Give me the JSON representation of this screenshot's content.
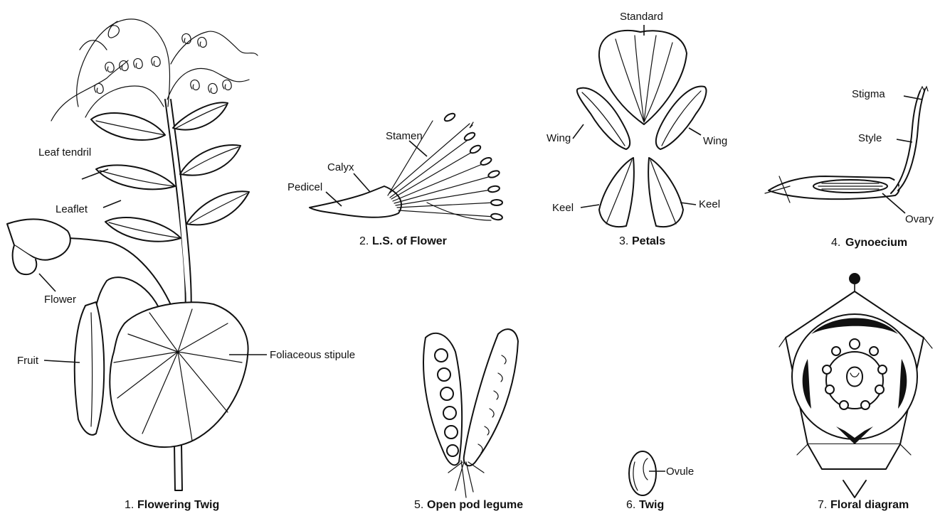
{
  "figures": {
    "twig": {
      "caption_num": "1.",
      "caption": "Flowering Twig",
      "labels": {
        "leaf_tendril": "Leaf tendril",
        "leaflet": "Leaflet",
        "flower": "Flower",
        "fruit": "Fruit",
        "foliaceous_stipule": "Foliaceous stipule"
      }
    },
    "ls_flower": {
      "caption_num": "2.",
      "caption": "L.S. of Flower",
      "labels": {
        "stamen": "Stamen",
        "calyx": "Calyx",
        "pedicel": "Pedicel"
      }
    },
    "petals": {
      "caption_num": "3.",
      "caption": "Petals",
      "labels": {
        "standard": "Standard",
        "wing_left": "Wing",
        "wing_right": "Wing",
        "keel_left": "Keel",
        "keel_right": "Keel"
      }
    },
    "gynoecium": {
      "caption_num": "4.",
      "caption": "Gynoecium",
      "labels": {
        "stigma": "Stigma",
        "style": "Style",
        "ovary": "Ovary"
      }
    },
    "pod": {
      "caption_num": "5.",
      "caption": "Open pod legume"
    },
    "seed": {
      "caption_num": "6.",
      "caption": "Twig",
      "labels": {
        "ovule": "Ovule"
      }
    },
    "floral_diagram": {
      "caption_num": "7.",
      "caption": "Floral diagram"
    }
  },
  "colors": {
    "ink": "#111111",
    "background": "#ffffff"
  }
}
